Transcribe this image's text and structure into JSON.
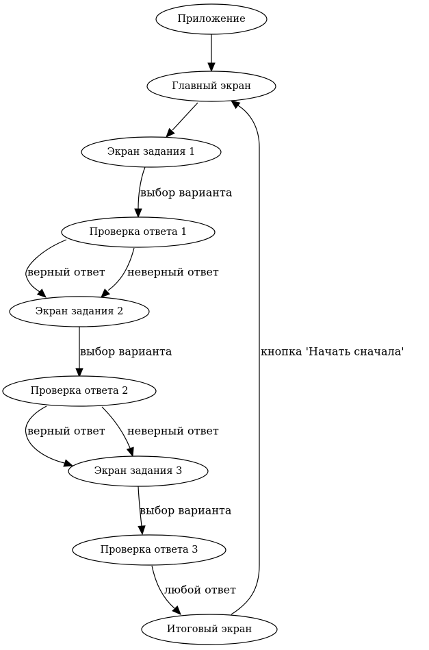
{
  "diagram": {
    "type": "directed-graph",
    "nodes": [
      {
        "id": "app",
        "label": "Приложение"
      },
      {
        "id": "main",
        "label": "Главный экран"
      },
      {
        "id": "task1",
        "label": "Экран задания 1"
      },
      {
        "id": "check1",
        "label": "Проверка ответа 1"
      },
      {
        "id": "task2",
        "label": "Экран задания 2"
      },
      {
        "id": "check2",
        "label": "Проверка ответа 2"
      },
      {
        "id": "task3",
        "label": "Экран задания 3"
      },
      {
        "id": "check3",
        "label": "Проверка ответа 3"
      },
      {
        "id": "final",
        "label": "Итоговый экран"
      }
    ],
    "edges": [
      {
        "from": "app",
        "to": "main",
        "label": ""
      },
      {
        "from": "main",
        "to": "task1",
        "label": ""
      },
      {
        "from": "task1",
        "to": "check1",
        "label": "выбор варианта"
      },
      {
        "from": "check1",
        "to": "task2",
        "label": "верный ответ"
      },
      {
        "from": "check1",
        "to": "task2",
        "label": "неверный ответ"
      },
      {
        "from": "task2",
        "to": "check2",
        "label": "выбор варианта"
      },
      {
        "from": "check2",
        "to": "task3",
        "label": "верный ответ"
      },
      {
        "from": "check2",
        "to": "task3",
        "label": "неверный ответ"
      },
      {
        "from": "task3",
        "to": "check3",
        "label": "выбор варианта"
      },
      {
        "from": "check3",
        "to": "final",
        "label": "любой ответ"
      },
      {
        "from": "final",
        "to": "main",
        "label": "кнопка 'Начать сначала'"
      }
    ]
  }
}
